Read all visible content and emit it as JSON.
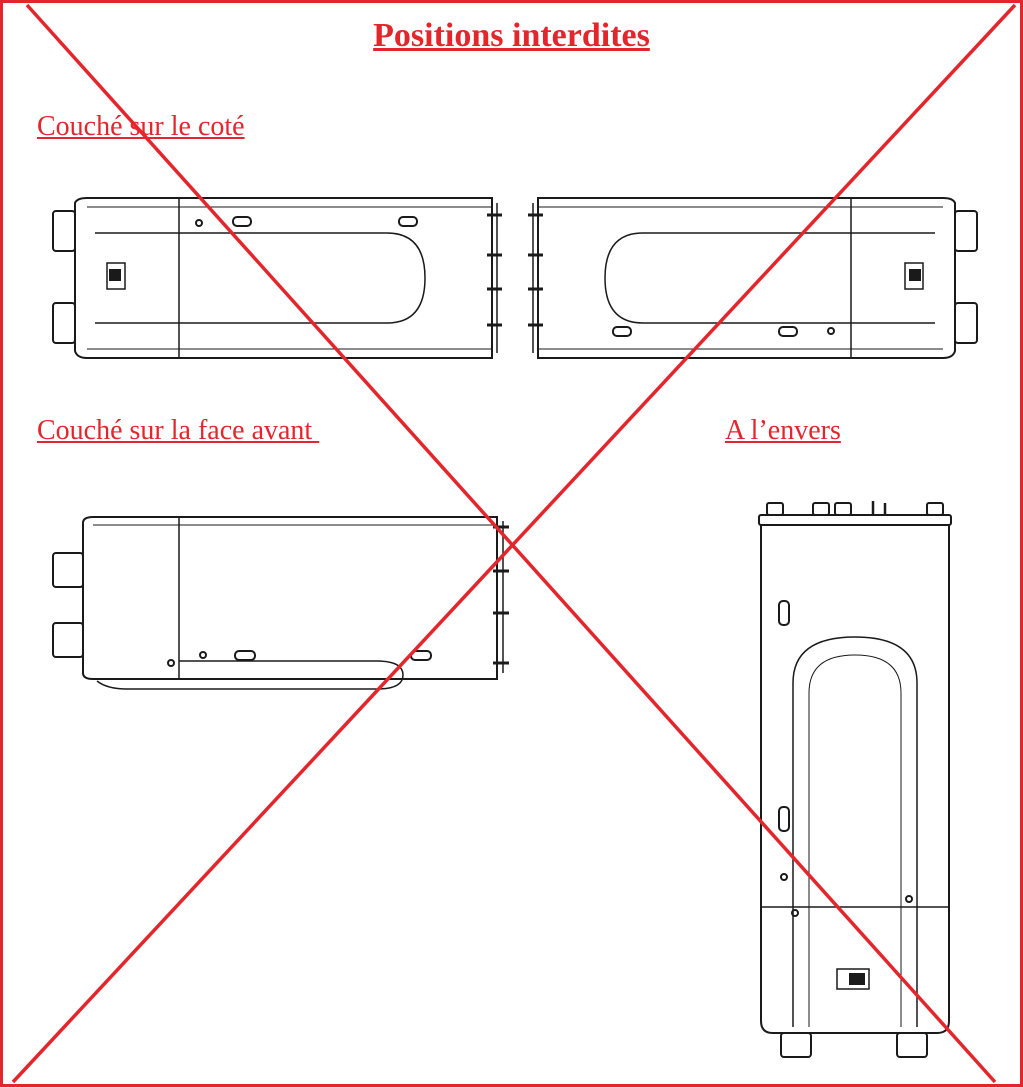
{
  "title": "Positions interdites",
  "labels": {
    "side": "Couché sur le coté",
    "front": "Couché sur la face avant ",
    "upside_down": "A l’envers"
  },
  "colors": {
    "accent": "#e3262c",
    "drawing": "#1a1a1a"
  }
}
